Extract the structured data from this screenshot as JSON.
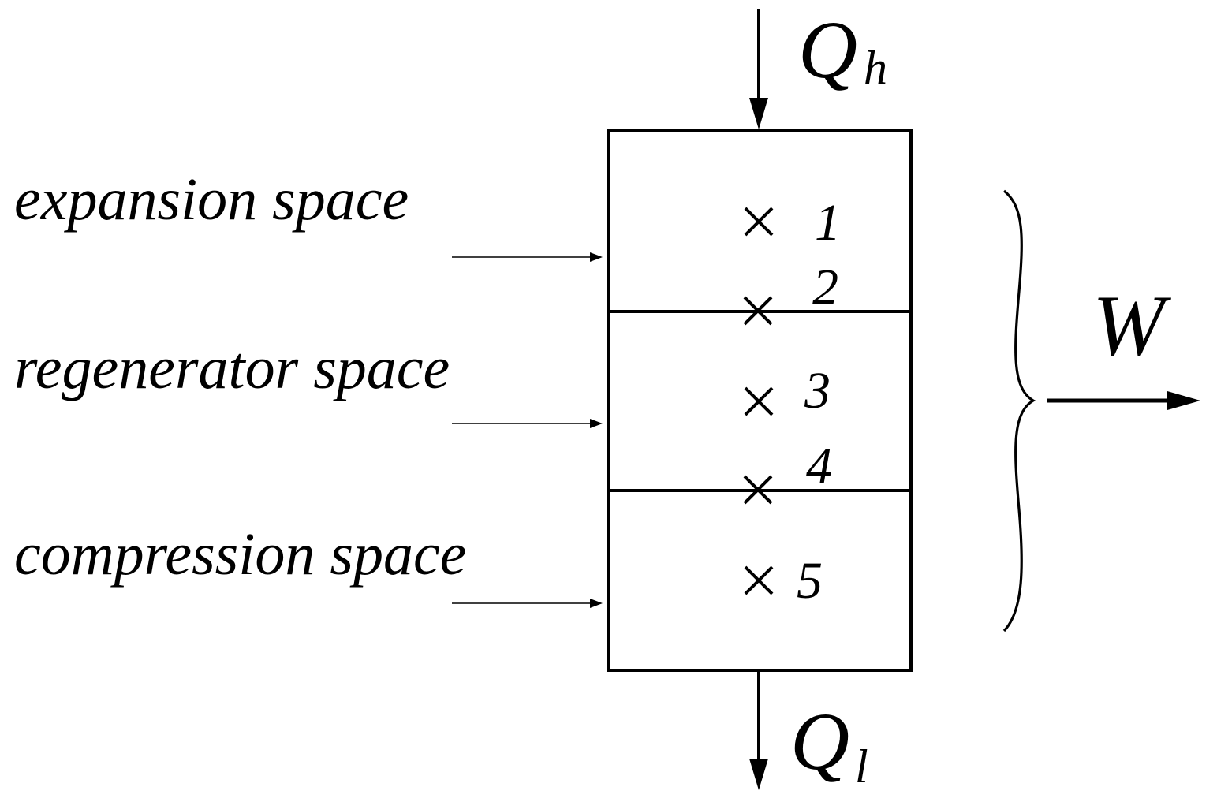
{
  "diagram": {
    "heat_in": {
      "symbol": "Q",
      "subscript": "h"
    },
    "heat_out": {
      "symbol": "Q",
      "subscript": "l"
    },
    "work": {
      "symbol": "W"
    },
    "spaces": [
      {
        "label": "expansion space"
      },
      {
        "label": "regenerator space"
      },
      {
        "label": "compression space"
      }
    ],
    "points": [
      "1",
      "2",
      "3",
      "4",
      "5"
    ]
  }
}
